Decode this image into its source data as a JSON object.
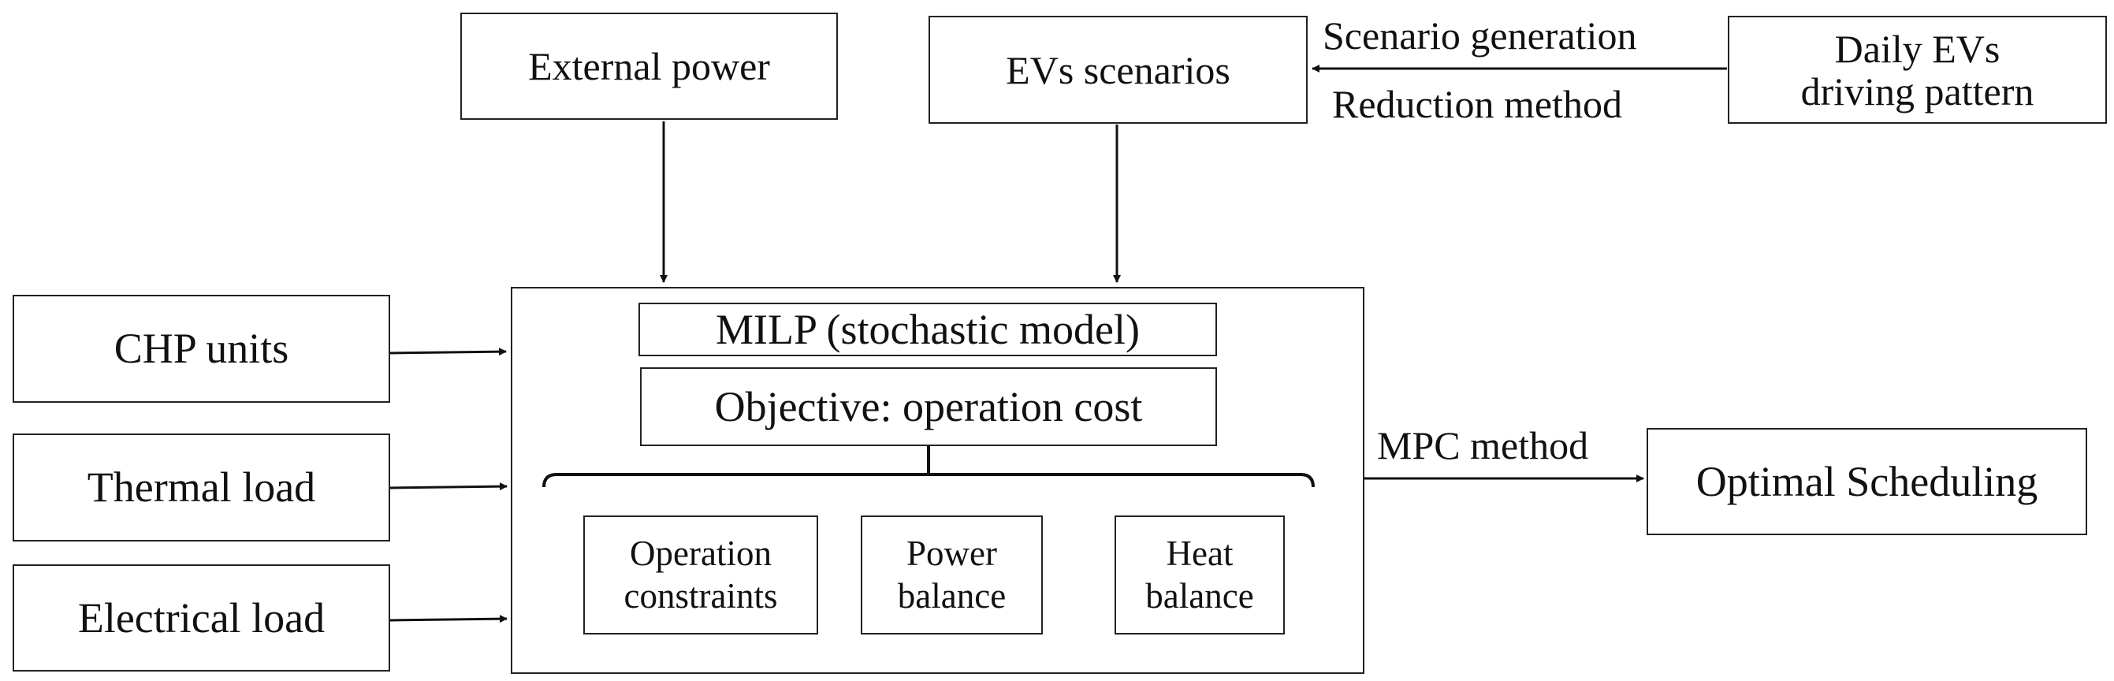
{
  "inputs": {
    "external_power": "External power",
    "evs_scenarios": "EVs scenarios",
    "daily_evs_line1": "Daily EVs",
    "daily_evs_line2": "driving pattern",
    "chp_units": "CHP units",
    "thermal_load": "Thermal load",
    "electrical_load": "Electrical load"
  },
  "labels": {
    "scenario_generation": "Scenario generation",
    "reduction_method": "Reduction method",
    "mpc_method": "MPC method"
  },
  "model": {
    "title": "MILP (stochastic model)",
    "objective": "Objective: operation cost",
    "constraints": [
      {
        "line1": "Operation",
        "line2": "constraints"
      },
      {
        "line1": "Power",
        "line2": "balance"
      },
      {
        "line1": "Heat",
        "line2": "balance"
      }
    ]
  },
  "output": {
    "optimal_scheduling": "Optimal Scheduling"
  }
}
